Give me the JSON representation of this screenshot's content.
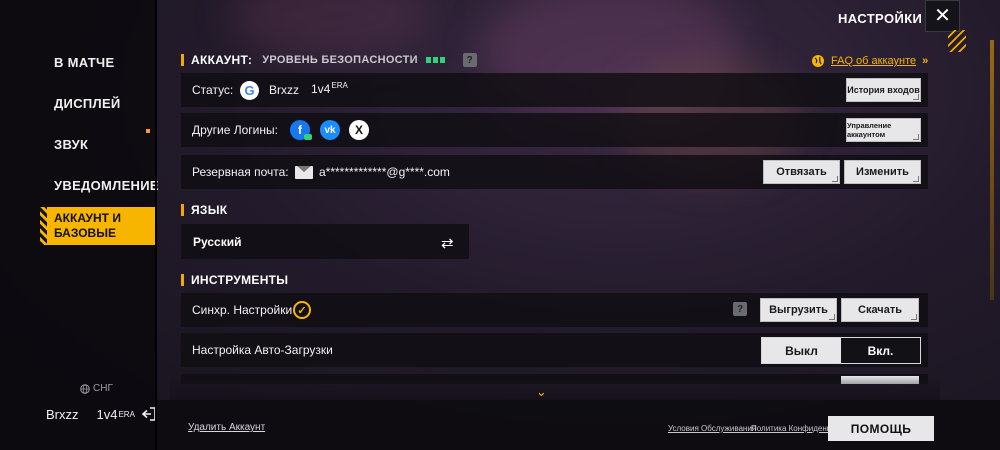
{
  "header": {
    "title": "НАСТРОЙКИ",
    "close_glyph": "✕"
  },
  "sidebar": {
    "items": [
      {
        "label": "В МАТЧЕ"
      },
      {
        "label": "ДИСПЛЕЙ"
      },
      {
        "label": "ЗВУК"
      },
      {
        "label": "УВЕДОМЛЕНИЕ"
      },
      {
        "label": "АККАУНТ И БАЗОВЫЕ",
        "active": true
      }
    ],
    "region": "СНГ",
    "user_name": "Brxzz",
    "user_tag": "1v4",
    "user_tag_sup": "ERA",
    "accent": "#f7b500"
  },
  "account": {
    "title": "АККАУНТ:",
    "security_label": "УРОВЕНЬ БЕЗОПАСНОСТИ",
    "security_level": 3,
    "faq_label": "FAQ об аккаунте",
    "status": {
      "label": "Статус:",
      "name": "Brxzz",
      "tag": "1v4",
      "tag_sup": "ERA",
      "button": "История входов"
    },
    "other_logins": {
      "label": "Другие Логины:",
      "button": "Управление аккаунтом",
      "providers": [
        "facebook-icon",
        "vk-icon",
        "x-icon"
      ]
    },
    "backup_email": {
      "label": "Резервная почта:",
      "value": "a*************@g****.com",
      "unbind_button": "Отвязать",
      "change_button": "Изменить"
    }
  },
  "language": {
    "title": "ЯЗЫК",
    "value": "Русский"
  },
  "tools": {
    "title": "ИНСТРУМЕНТЫ",
    "sync": {
      "label": "Синхр. Настройки",
      "upload_button": "Выгрузить",
      "download_button": "Скачать"
    },
    "auto_download": {
      "label": "Настройка Авто-Загрузки",
      "off_label": "Выкл",
      "on_label": "Вкл.",
      "selected": "Вкл."
    }
  },
  "footer": {
    "delete_account": "Удалить Аккаунт",
    "terms": "Условия Обслуживания",
    "privacy": "Политика Конфиденц.",
    "help_button": "ПОМОЩЬ"
  }
}
